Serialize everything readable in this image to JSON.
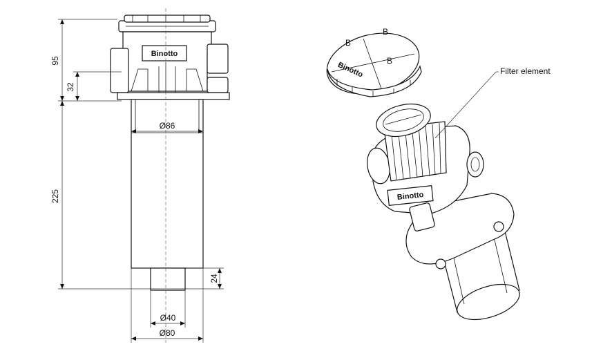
{
  "drawing": {
    "dimensions": {
      "overall_top": "95",
      "port_height": "32",
      "body_length": "225",
      "spigot_length": "24",
      "body_diameter": "Ø86",
      "spigot_diameter": "Ø40",
      "flange_diameter": "Ø80"
    },
    "brand": "Binotto",
    "callout": "Filter element",
    "cap_letter": "B"
  }
}
